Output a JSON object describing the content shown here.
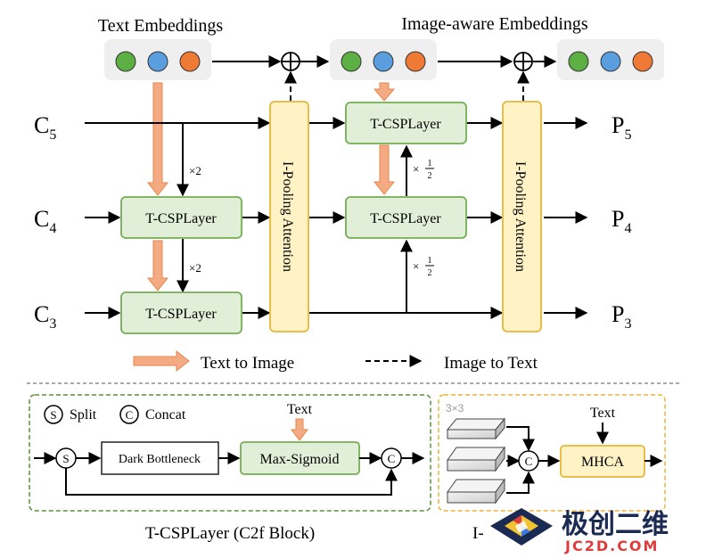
{
  "labels": {
    "text_embeddings": "Text Embeddings",
    "image_aware_embeddings": "Image-aware Embeddings",
    "c5_base": "C",
    "c5_sub": "5",
    "c4_base": "C",
    "c4_sub": "4",
    "c3_base": "C",
    "c3_sub": "3",
    "p5_base": "P",
    "p5_sub": "5",
    "p4_base": "P",
    "p4_sub": "4",
    "p3_base": "P",
    "p3_sub": "3",
    "tcsp_label": "T-CSPLayer",
    "ipooling_label": "I-Pooling Attention",
    "times2": "×2",
    "times_half_prefix": "×",
    "half_num": "1",
    "half_den": "2"
  },
  "legend": {
    "text_to_image": "Text to Image",
    "image_to_text": "Image to Text"
  },
  "tcsp_block": {
    "split_symbol": "S",
    "split_label": "Split",
    "concat_symbol": "C",
    "concat_label": "Concat",
    "dark_bottleneck": "Dark Bottleneck",
    "max_sigmoid": "Max-Sigmoid",
    "text_input": "Text",
    "caption": "T-CSPLayer (C2f Block)"
  },
  "ipool_block": {
    "kernel_label": "3×3",
    "concat_symbol": "C",
    "mhca": "MHCA",
    "text_input": "Text",
    "caption_fragment": "I-"
  },
  "watermark": {
    "title": "极创二维",
    "url": "JC2D.COM"
  },
  "colors": {
    "embedding_dots": [
      "#5cb043",
      "#5a9ee0",
      "#ee7a35"
    ],
    "green_box_fill": "#e2efd8",
    "green_box_stroke": "#74ad54",
    "yellow_box_fill": "#fff2c5",
    "yellow_box_stroke": "#e8b63a",
    "orange_arrow": "#f4ab83",
    "orange_arrow_stroke": "#e8844a"
  },
  "icons": [
    "plus-circle-icon",
    "split-icon",
    "concat-icon",
    "watermark-logo-icon"
  ]
}
